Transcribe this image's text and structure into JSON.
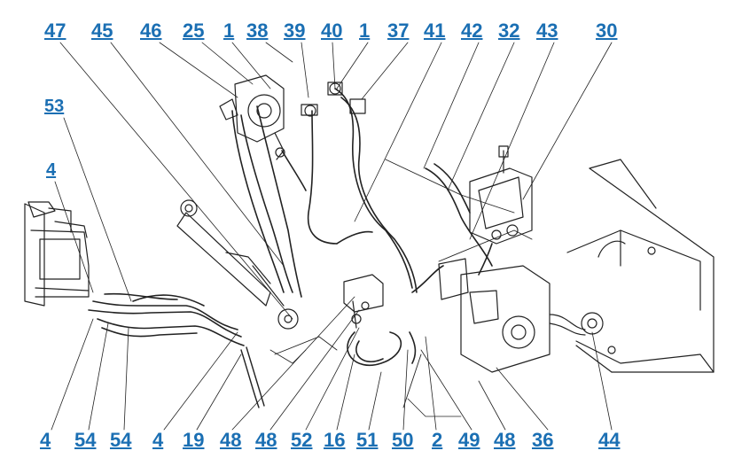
{
  "diagram": {
    "top_labels": [
      "47",
      "45",
      "46",
      "25",
      "1",
      "38",
      "39",
      "40",
      "1",
      "37",
      "41",
      "42",
      "32",
      "43",
      "30"
    ],
    "left_labels": [
      "53",
      "4"
    ],
    "bottom_labels": [
      "4",
      "54",
      "54",
      "4",
      "19",
      "48",
      "48",
      "52",
      "16",
      "51",
      "50",
      "2",
      "49",
      "48",
      "36",
      "44"
    ],
    "label_color": "#1b6fb3",
    "line_color": "#222222"
  }
}
